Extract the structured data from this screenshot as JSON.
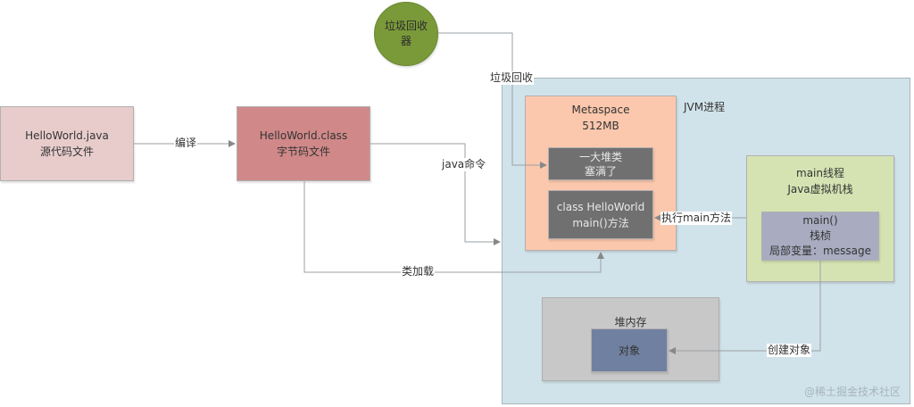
{
  "colors": {
    "source_file": "#e8cccc",
    "class_file": "#d08888",
    "gc": "#7a9a3a",
    "jvm": "#d1e3ea",
    "metaspace": "#fcc8ad",
    "dark_block": "#707070",
    "main_thread": "#d5e3b3",
    "stack_frame": "#a9acc0",
    "heap": "#c8c8c8",
    "object": "#7080a0",
    "edge": "#9aa0a4"
  },
  "nodes": {
    "source_file": {
      "line1": "HelloWorld.java",
      "line2": "源代码文件"
    },
    "class_file": {
      "line1": "HelloWorld.class",
      "line2": "字节码文件"
    },
    "gc": {
      "line1": "垃圾回收",
      "line2": "器"
    },
    "jvm_process": {
      "label": "JVM进程"
    },
    "metaspace": {
      "line1": "Metaspace",
      "line2": "512MB"
    },
    "classes_full": {
      "line1": "一大堆类",
      "line2": "塞满了"
    },
    "hello_class": {
      "line1": "class HelloWorld",
      "line2": "main()方法"
    },
    "main_thread": {
      "line1": "main线程",
      "line2": "Java虚拟机栈"
    },
    "stack_frame": {
      "line1": "main()",
      "line2": "栈桢",
      "line3": "局部变量：message"
    },
    "heap": {
      "label": "堆内存"
    },
    "object": {
      "label": "对象"
    }
  },
  "edges": {
    "compile": "编译",
    "java_command": "java命令",
    "class_loading": "类加载",
    "garbage_collect": "垃圾回收",
    "execute_main": "执行main方法",
    "create_object": "创建对象"
  },
  "watermark": "@稀土掘金技术社区"
}
